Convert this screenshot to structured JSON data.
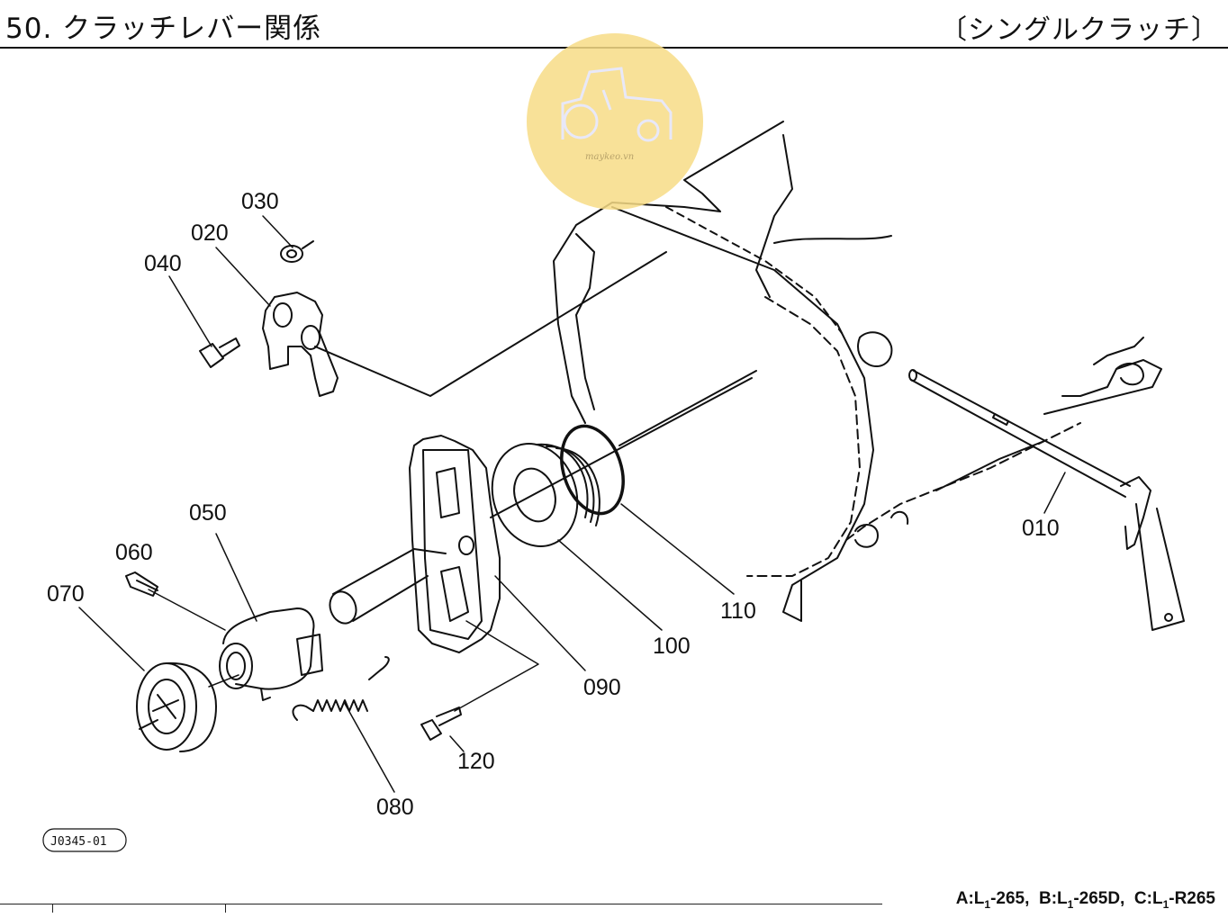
{
  "header": {
    "title": "50. クラッチレバー関係",
    "variant": "〔シングルクラッチ〕"
  },
  "parts": [
    {
      "id": "p010",
      "number": "010"
    },
    {
      "id": "p020",
      "number": "020"
    },
    {
      "id": "p030",
      "number": "030"
    },
    {
      "id": "p040",
      "number": "040"
    },
    {
      "id": "p050",
      "number": "050"
    },
    {
      "id": "p060",
      "number": "060"
    },
    {
      "id": "p070",
      "number": "070"
    },
    {
      "id": "p080",
      "number": "080"
    },
    {
      "id": "p090",
      "number": "090"
    },
    {
      "id": "p100",
      "number": "100"
    },
    {
      "id": "p110",
      "number": "110"
    },
    {
      "id": "p120",
      "number": "120"
    }
  ],
  "drawing_code": "J0345-01",
  "watermark": {
    "text": "maykeo.vn",
    "color": "#f7dc86"
  },
  "footer": {
    "a_prefix": "A:L",
    "a_sub": "1",
    "a_rest": "-265,",
    "b_prefix": "B:L",
    "b_sub": "1",
    "b_rest": "-265D,",
    "c_prefix": "C:L",
    "c_sub": "1",
    "c_rest": "-R265"
  }
}
